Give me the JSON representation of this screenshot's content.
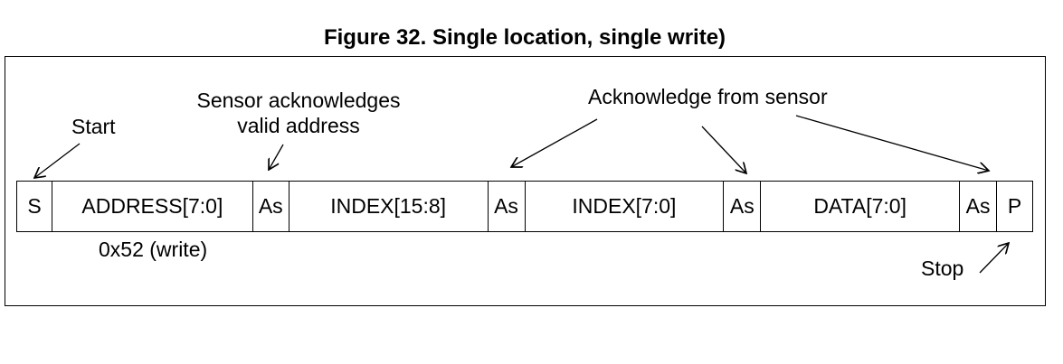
{
  "figure": {
    "title": "Figure 32. Single location, single write)"
  },
  "labels": {
    "start": "Start",
    "sensor_ack_line1": "Sensor acknowledges",
    "sensor_ack_line2": "valid address",
    "ack_from_sensor": "Acknowledge from sensor",
    "address_note": "0x52 (write)",
    "stop": "Stop"
  },
  "sequence": {
    "cells": [
      "S",
      "ADDRESS[7:0]",
      "As",
      "INDEX[15:8]",
      "As",
      "INDEX[7:0]",
      "As",
      "DATA[7:0]",
      "As",
      "P"
    ]
  }
}
